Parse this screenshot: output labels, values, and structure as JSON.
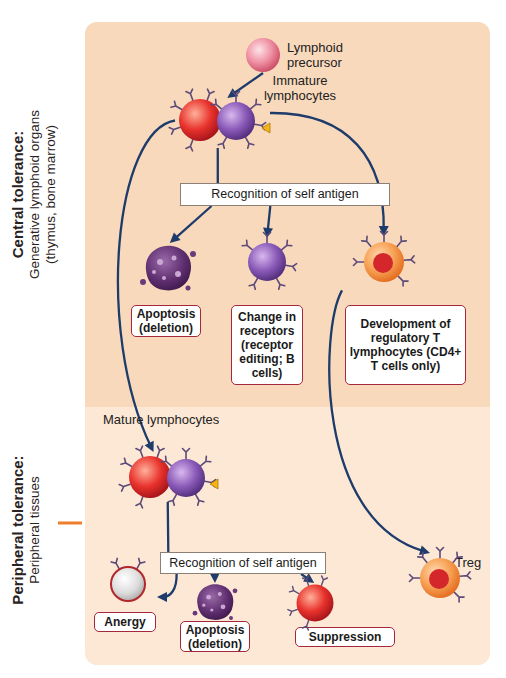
{
  "diagram": {
    "nodes": [
      {
        "text": [
          "Central tolerance:",
          "Generative lymphoid organs (thymus, bone marrow)"
        ]
      },
      {
        "text": [
          "Lymphoid precursor"
        ],
        "in": 0
      },
      {
        "text": [
          "Immature lymphocytes"
        ],
        "in": 0
      },
      {
        "text": [
          "Recognition of self antigen"
        ],
        "in": 0
      },
      {
        "text": [
          "Apoptosis (deletion)"
        ],
        "in": 0
      },
      {
        "text": [
          "Change in receptors (receptor editing; B cells)"
        ],
        "in": 0
      },
      {
        "text": [
          "Development of regulatory T lymphocytes (CD4+ T cells only)"
        ],
        "in": 0
      },
      {
        "text": [
          "Peripheral tolerance:",
          "Peripheral tissues"
        ]
      },
      {
        "text": [
          "Mature lymphocytes"
        ],
        "in": 7
      },
      {
        "text": [
          "Recognition of self antigen"
        ],
        "in": 7
      },
      {
        "text": [
          "Anergy"
        ],
        "in": 7
      },
      {
        "text": [
          "Apoptosis (deletion)"
        ],
        "in": 7
      },
      {
        "text": [
          "Suppression"
        ],
        "in": 7
      },
      {
        "text": [
          "Treg"
        ],
        "in": 7
      }
    ],
    "edges": [
      {
        "from": 1,
        "to": 2,
        "arrow": "to"
      },
      {
        "from": 2,
        "to": 3,
        "arrow": "none"
      },
      {
        "from": 2,
        "to": 8,
        "arrow": "to"
      },
      {
        "from": 2,
        "to": 6,
        "arrow": "to"
      },
      {
        "from": 3,
        "to": 4,
        "arrow": "to"
      },
      {
        "from": 3,
        "to": 5,
        "arrow": "to"
      },
      {
        "from": 6,
        "to": 13,
        "arrow": "to"
      },
      {
        "from": 8,
        "to": 9,
        "arrow": "none"
      },
      {
        "from": 9,
        "to": 10,
        "arrow": "to"
      },
      {
        "from": 9,
        "to": 11,
        "arrow": "to"
      },
      {
        "from": 9,
        "to": 12,
        "arrow": "to"
      }
    ]
  }
}
